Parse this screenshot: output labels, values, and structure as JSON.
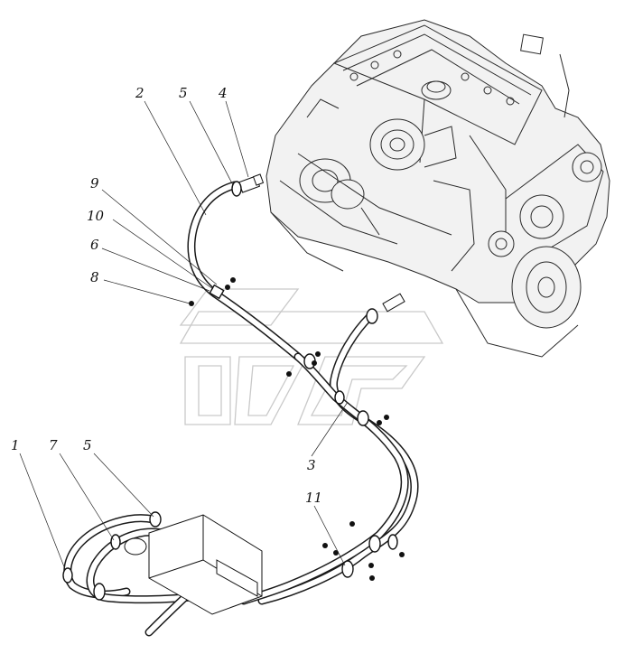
{
  "diagram": {
    "callouts": [
      {
        "id": "callout-2",
        "label": "2"
      },
      {
        "id": "callout-5-top",
        "label": "5"
      },
      {
        "id": "callout-4",
        "label": "4"
      },
      {
        "id": "callout-9",
        "label": "9"
      },
      {
        "id": "callout-10",
        "label": "10"
      },
      {
        "id": "callout-6",
        "label": "6"
      },
      {
        "id": "callout-8",
        "label": "8"
      },
      {
        "id": "callout-3",
        "label": "3"
      },
      {
        "id": "callout-11",
        "label": "11"
      },
      {
        "id": "callout-1",
        "label": "1"
      },
      {
        "id": "callout-7",
        "label": "7"
      },
      {
        "id": "callout-5-bottom",
        "label": "5"
      }
    ],
    "colors": {
      "line": "#1a1a1a",
      "watermark": "#c9c9c9",
      "background": "#ffffff"
    },
    "watermark_icon": "manufacturer-logo-watermark"
  }
}
